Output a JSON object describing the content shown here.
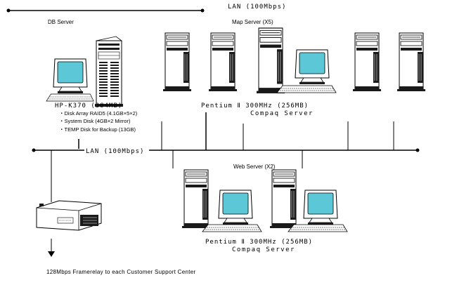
{
  "labels": {
    "lan_top": "LAN (100Mbps)",
    "db_server_title": "DB Server",
    "map_server_title": "Map Server (X5)",
    "db_model": "HP-K370 (384MB)",
    "db_spec_1": "・Disk Array RAID5 (4.1GB×5×2)",
    "db_spec_2": "・System Disk (4GB×2 Mirror)",
    "db_spec_3": "・TEMP Disk for Backup (13GB)",
    "map_cpu": "Pentium Ⅱ 300MHz (256MB)",
    "map_vendor": "Compaq Server",
    "lan_mid": "LAN (100Mbps)",
    "web_server_title": "Web Server (X2)",
    "web_cpu": "Pentium Ⅱ 300MHz (256MB)",
    "web_vendor": "Compaq Server",
    "framerelay": "128Mbps Framerelay to each Customer Support Center"
  },
  "colors": {
    "screen": "#5cc7d6",
    "line": "#000000",
    "case": "#ffffff",
    "dark": "#1a1a1a"
  },
  "icons": {
    "db_server": "server-tower-icon",
    "db_terminal": "monitor-icon",
    "map_server": "server-tower-icon",
    "web_server": "server-tower-icon",
    "router": "router-icon"
  }
}
